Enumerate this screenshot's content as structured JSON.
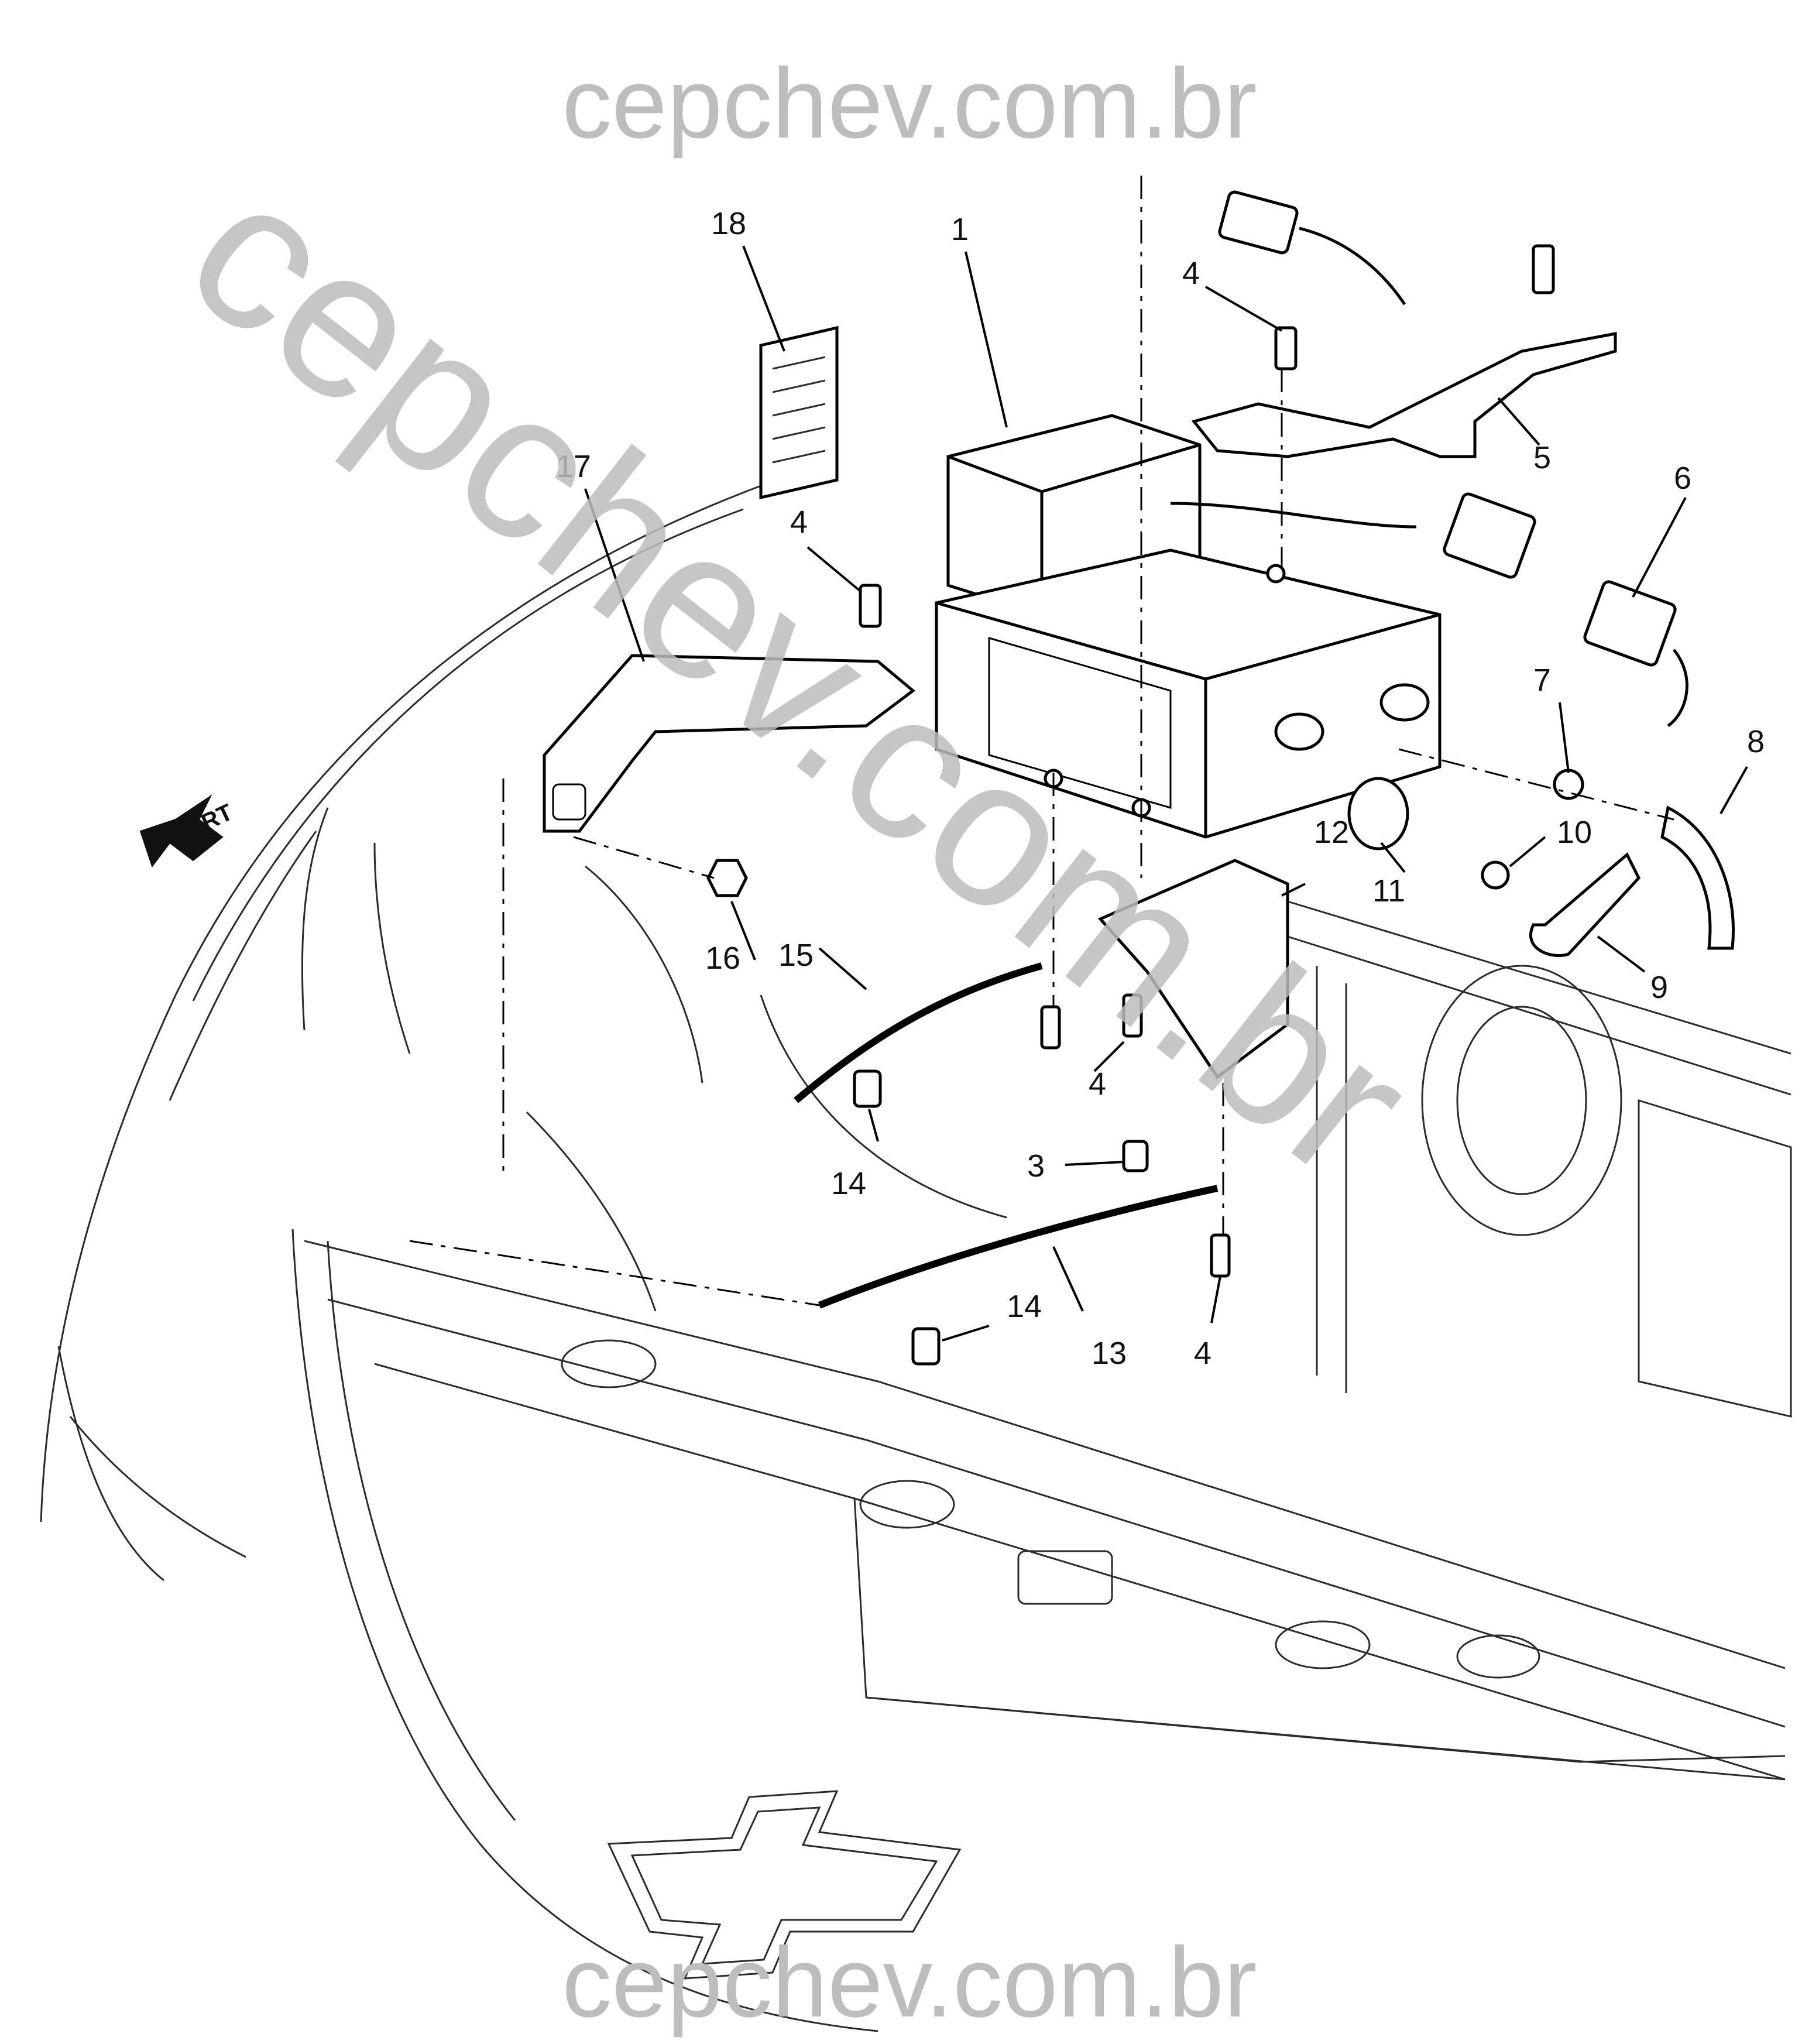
{
  "watermark": {
    "top": "cepchev.com.br",
    "bottom": "cepchev.com.br",
    "diagonal": "cepchev.com.br",
    "color": "#bdbdbd"
  },
  "orientation": {
    "label": "FRT"
  },
  "callouts": {
    "c1": "1",
    "c3": "3",
    "c4a": "4",
    "c4b": "4",
    "c4c": "4",
    "c4d": "4",
    "c5": "5",
    "c6": "6",
    "c7": "7",
    "c8": "8",
    "c9": "9",
    "c10": "10",
    "c11": "11",
    "c12": "12",
    "c13": "13",
    "c14a": "14",
    "c14b": "14",
    "c15": "15",
    "c16": "16",
    "c17": "17",
    "c18": "18"
  },
  "parts": [
    {
      "id": "1",
      "icon": "abs-modulator-icon"
    },
    {
      "id": "3",
      "icon": "bolt-icon"
    },
    {
      "id": "4",
      "icon": "bolt-icon"
    },
    {
      "id": "5",
      "icon": "bracket-icon"
    },
    {
      "id": "6",
      "icon": "wire-harness-icon"
    },
    {
      "id": "7",
      "icon": "clamp-icon"
    },
    {
      "id": "8",
      "icon": "hose-icon"
    },
    {
      "id": "9",
      "icon": "hose-icon"
    },
    {
      "id": "10",
      "icon": "clamp-icon"
    },
    {
      "id": "11",
      "icon": "fitting-icon"
    },
    {
      "id": "12",
      "icon": "bracket-icon"
    },
    {
      "id": "13",
      "icon": "ground-strap-icon"
    },
    {
      "id": "14",
      "icon": "bolt-icon"
    },
    {
      "id": "15",
      "icon": "ground-strap-icon"
    },
    {
      "id": "16",
      "icon": "nut-icon"
    },
    {
      "id": "17",
      "icon": "bracket-icon"
    },
    {
      "id": "18",
      "icon": "label-icon"
    }
  ]
}
